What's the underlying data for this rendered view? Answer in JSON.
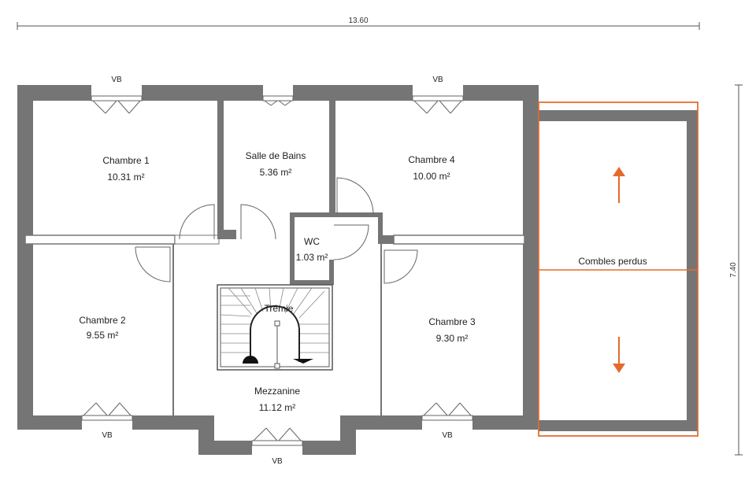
{
  "plan": {
    "dimensions": {
      "width": "13.60",
      "depth": "7.40"
    },
    "rooms": [
      {
        "id": "chambre1",
        "name": "Chambre 1",
        "area": "10.31 m²"
      },
      {
        "id": "sdb",
        "name": "Salle de Bains",
        "area": "5.36 m²"
      },
      {
        "id": "chambre4",
        "name": "Chambre 4",
        "area": "10.00 m²"
      },
      {
        "id": "wc",
        "name": "WC",
        "area": "1.03 m²"
      },
      {
        "id": "chambre2",
        "name": "Chambre 2",
        "area": "9.55 m²"
      },
      {
        "id": "chambre3",
        "name": "Chambre 3",
        "area": "9.30 m²"
      },
      {
        "id": "mezzanine",
        "name": "Mezzanine",
        "area": "11.12 m²"
      }
    ],
    "tremie": "Trémie",
    "combles": "Combles perdus",
    "window_label": "VB",
    "colors": {
      "wall": "#757575",
      "combles_outline": "#e46a2c",
      "arrow": "#e46a2c",
      "stair": "#333333"
    }
  }
}
